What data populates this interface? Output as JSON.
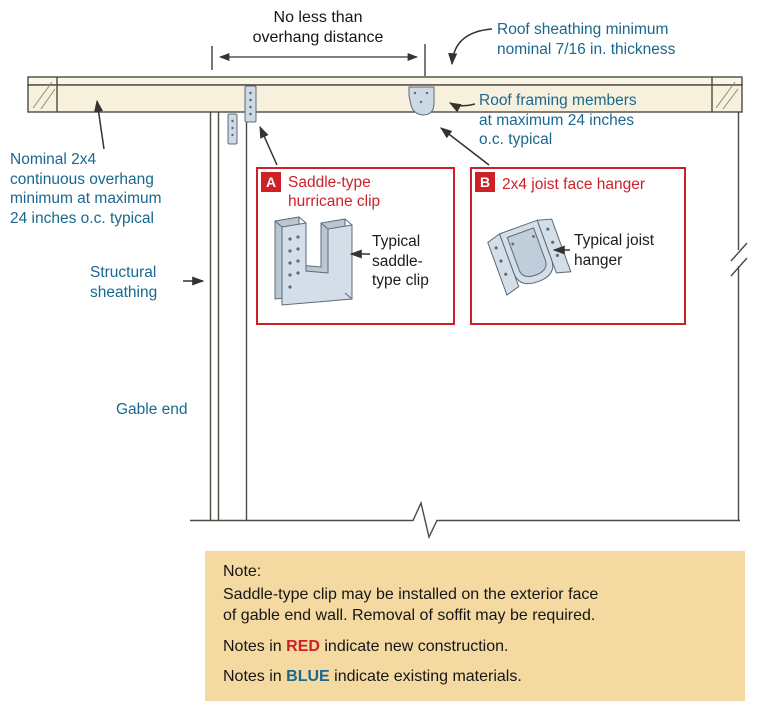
{
  "colors": {
    "blue": "#19688f",
    "red": "#ce2127",
    "note_bg": "#f4d9a1",
    "wood_fill": "#f7f0dd",
    "line": "#45443d",
    "metal_fill": "#d3dee8"
  },
  "dimension": {
    "label": "No less than\noverhang distance"
  },
  "labels": {
    "roof_sheathing": "Roof sheathing minimum\nnominal 7/16 in. thickness",
    "roof_framing": "Roof framing members\nat maximum 24 inches\no.c. typical",
    "overhang": "Nominal 2x4\ncontinuous overhang\nminimum at maximum\n24 inches o.c. typical",
    "structural_sheathing": "Structural\nsheathing",
    "gable_end": "Gable end"
  },
  "callout_a": {
    "badge": "A",
    "title": "Saddle-type\nhurricane clip",
    "caption": "Typical\nsaddle-\ntype clip"
  },
  "callout_b": {
    "badge": "B",
    "title": "2x4 joist face hanger",
    "caption": "Typical joist\nhanger"
  },
  "note": {
    "title": "Note:",
    "body": "Saddle-type clip may be installed on the exterior face\nof gable end wall. Removal of soffit may be required.",
    "red_prefix": "Notes in ",
    "red_word": "RED",
    "red_suffix": " indicate new construction.",
    "blue_prefix": "Notes in ",
    "blue_word": "BLUE",
    "blue_suffix": " indicate existing materials."
  }
}
